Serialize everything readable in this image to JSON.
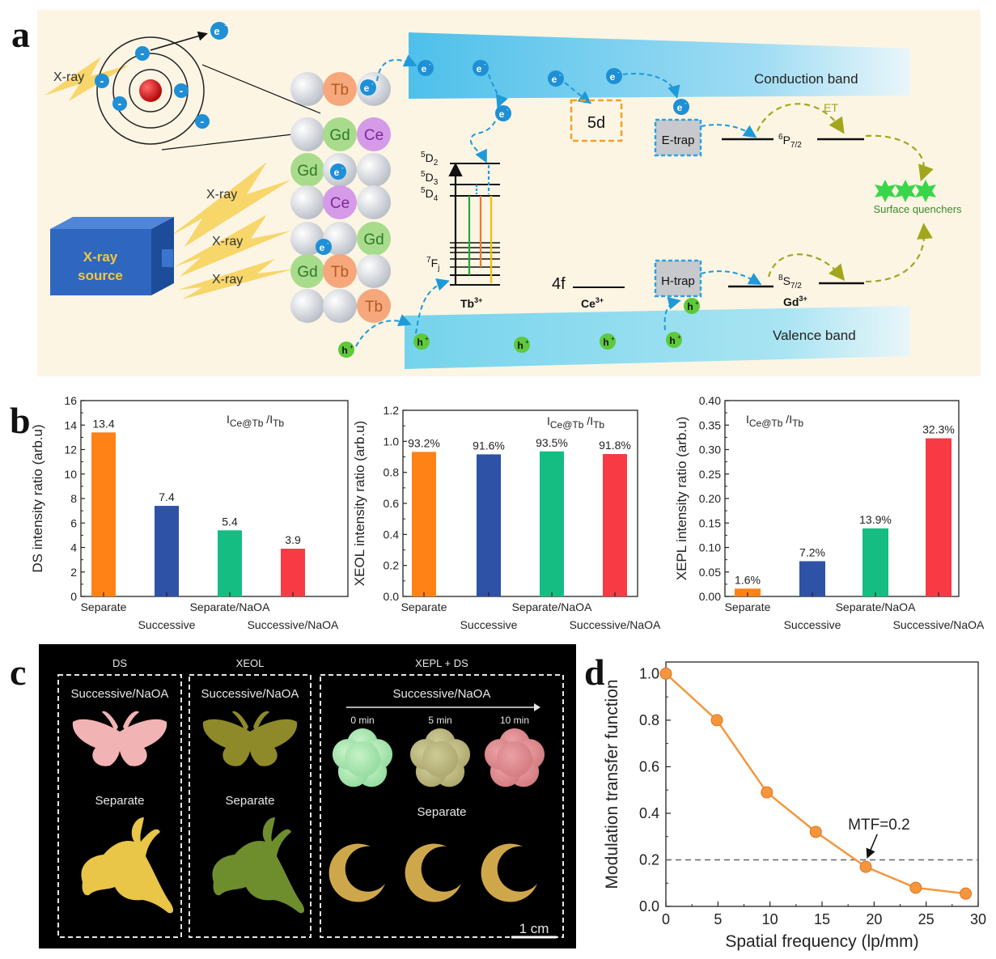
{
  "panels": {
    "a": "a",
    "b": "b",
    "c": "c",
    "d": "d"
  },
  "diagram_a": {
    "xray_labels": [
      "X-ray",
      "X-ray",
      "X-ray",
      "X-ray"
    ],
    "xray_source": [
      "X-ray",
      "source"
    ],
    "electron": "e",
    "electron_sup": "-",
    "hole": "h",
    "hole_sup": "+",
    "lattice_ions": {
      "tb": "Tb",
      "gd": "Gd",
      "ce": "Ce"
    },
    "conduction_band": "Conduction band",
    "valence_band": "Valence band",
    "level_5d": "5d",
    "level_4f": "4f",
    "e_trap": "E-trap",
    "h_trap": "H-trap",
    "et": "ET",
    "surface_quenchers": "Surface quenchers",
    "tb_levels": {
      "d2": "D",
      "d2_sub": "2",
      "d3": "D",
      "d3_sub": "3",
      "d4": "D",
      "d4_sub": "4",
      "f": "F",
      "f_sub": "j",
      "sup5": "5",
      "sup7": "7"
    },
    "gd_levels": {
      "p": "P",
      "p_sup": "6",
      "p_sub": "7/2",
      "s": "S",
      "s_sup": "8",
      "s_sub": "7/2"
    },
    "ion_labels": {
      "tb": "Tb",
      "ce": "Ce",
      "gd": "Gd",
      "sup": "3+"
    },
    "colors": {
      "conduction": "#5bc6ea",
      "valence": "#8fdcec",
      "background": "#fcf5e4",
      "electron": "#1f8fd6",
      "hole": "#5ec93a",
      "tb": "#f6a77c",
      "gd": "#a8dc8c",
      "ce": "#d69be8",
      "et_arrow": "#a1a71b",
      "star": "#39d64a"
    }
  },
  "chart_data": [
    {
      "type": "bar",
      "ylabel": "DS intensity ratio (arb.u)",
      "annotation": {
        "main": "I",
        "sub1": "Ce@Tb",
        "slash": " /I",
        "sub2": "Tb"
      },
      "categories": [
        "Separate",
        "Successive",
        "Separate/NaOA",
        "Successive/NaOA"
      ],
      "values": [
        13.4,
        7.4,
        5.4,
        3.9
      ],
      "labels": [
        "13.4",
        "7.4",
        "5.4",
        "3.9"
      ],
      "ylim": [
        0,
        16
      ],
      "yticks": [
        "0",
        "2",
        "4",
        "6",
        "8",
        "10",
        "12",
        "14",
        "16"
      ],
      "colors": [
        "#ff8217",
        "#2e52a6",
        "#15bd82",
        "#f83a45"
      ]
    },
    {
      "type": "bar",
      "ylabel": "XEOL intensity ratio (arb.u)",
      "annotation": {
        "main": "I",
        "sub1": "Ce@Tb",
        "slash": " /I",
        "sub2": "Tb"
      },
      "categories": [
        "Separate",
        "Successive",
        "Separate/NaOA",
        "Successive/NaOA"
      ],
      "values": [
        0.932,
        0.916,
        0.935,
        0.918
      ],
      "labels": [
        "93.2%",
        "91.6%",
        "93.5%",
        "91.8%"
      ],
      "ylim": [
        0,
        1.2
      ],
      "yticks": [
        "0.0",
        "0.2",
        "0.4",
        "0.6",
        "0.8",
        "1.0",
        "1.2"
      ],
      "colors": [
        "#ff8217",
        "#2e52a6",
        "#15bd82",
        "#f83a45"
      ]
    },
    {
      "type": "bar",
      "ylabel": "XEPL intensity ratio (arb.u)",
      "annotation": {
        "main": "I",
        "sub1": "Ce@Tb",
        "slash": " /I",
        "sub2": "Tb"
      },
      "categories": [
        "Separate",
        "Successive",
        "Separate/NaOA",
        "Successive/NaOA"
      ],
      "values": [
        0.016,
        0.072,
        0.139,
        0.323
      ],
      "labels": [
        "1.6%",
        "7.2%",
        "13.9%",
        "32.3%"
      ],
      "ylim": [
        0,
        0.4
      ],
      "yticks": [
        "0.00",
        "0.05",
        "0.10",
        "0.15",
        "0.20",
        "0.25",
        "0.30",
        "0.35",
        "0.40"
      ],
      "colors": [
        "#ff8217",
        "#2e52a6",
        "#15bd82",
        "#f83a45"
      ]
    },
    {
      "type": "line",
      "xlabel": "Spatial frequency (lp/mm)",
      "ylabel": "Modulation transfer function",
      "x": [
        0,
        4.9,
        9.7,
        14.4,
        19.2,
        24.0,
        28.8
      ],
      "y": [
        1.0,
        0.8,
        0.49,
        0.32,
        0.17,
        0.08,
        0.055
      ],
      "xlim": [
        0,
        30
      ],
      "ylim": [
        0,
        1.05
      ],
      "xticks": [
        "0",
        "5",
        "10",
        "15",
        "20",
        "25",
        "30"
      ],
      "yticks": [
        "0.0",
        "0.2",
        "0.4",
        "0.6",
        "0.8",
        "1.0"
      ],
      "threshold": 0.2,
      "annotation": "MTF=0.2",
      "color": "#f5963c"
    }
  ],
  "photo_c": {
    "groups": [
      "DS",
      "XEOL",
      "XEPL + DS"
    ],
    "top_label": "Successive/NaOA",
    "bottom_label": "Separate",
    "times": [
      "0 min",
      "5 min",
      "10 min"
    ],
    "scale_bar": "1 cm",
    "colors": {
      "ds_butterfly": "#f2b3b4",
      "ds_rabbit": "#e9c548",
      "xeol_butterfly": "#8e8a2a",
      "xeol_rabbit": "#6e8e2d",
      "flower_0": "#9fe3a9",
      "flower_5": "#b7b37b",
      "flower_10": "#dd8c90",
      "moon": "#cfa74b"
    }
  }
}
